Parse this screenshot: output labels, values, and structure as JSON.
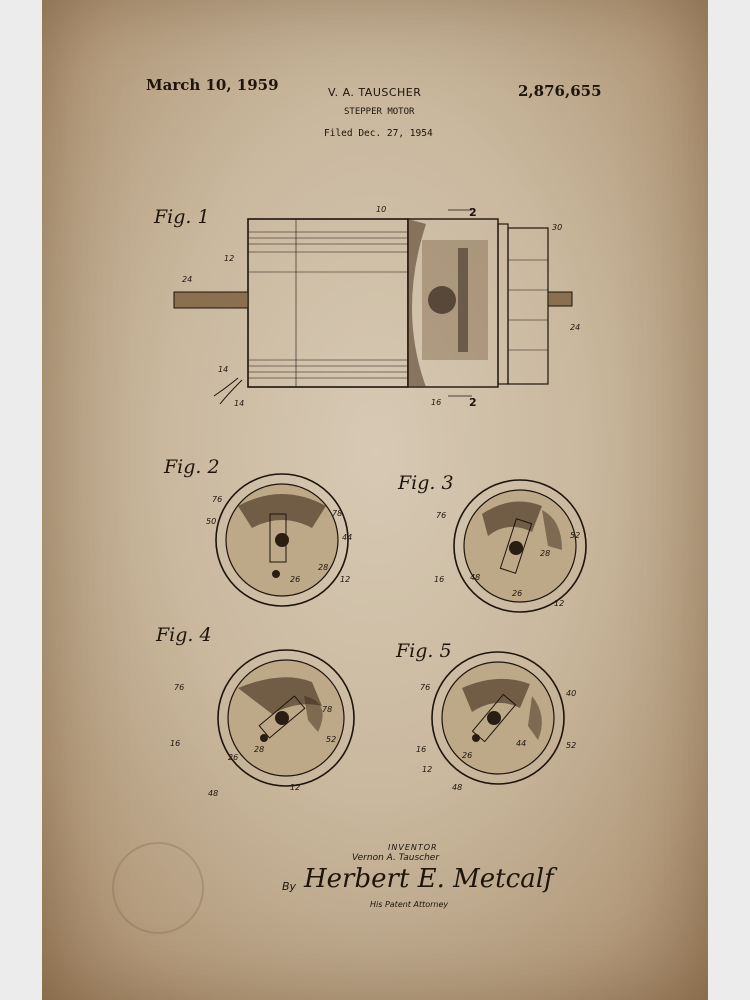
{
  "header": {
    "date": "March 10, 1959",
    "inventor": "V. A. TAUSCHER",
    "title": "STEPPER MOTOR",
    "filed": "Filed Dec. 27, 1954",
    "patent_number": "2,876,655"
  },
  "figures": {
    "fig1": "Fig. 1",
    "fig2": "Fig. 2",
    "fig3": "Fig. 3",
    "fig4": "Fig. 4",
    "fig5": "Fig. 5"
  },
  "footer": {
    "inventor_caption": "INVENTOR",
    "inventor_name": "Vernon A. Tauscher",
    "attorney_caption": "His Patent Attorney",
    "by_prefix": "By",
    "signature": "Herbert E. Metcalf"
  },
  "colors": {
    "paper": "#c9b89e",
    "ink": "#1d140c"
  }
}
